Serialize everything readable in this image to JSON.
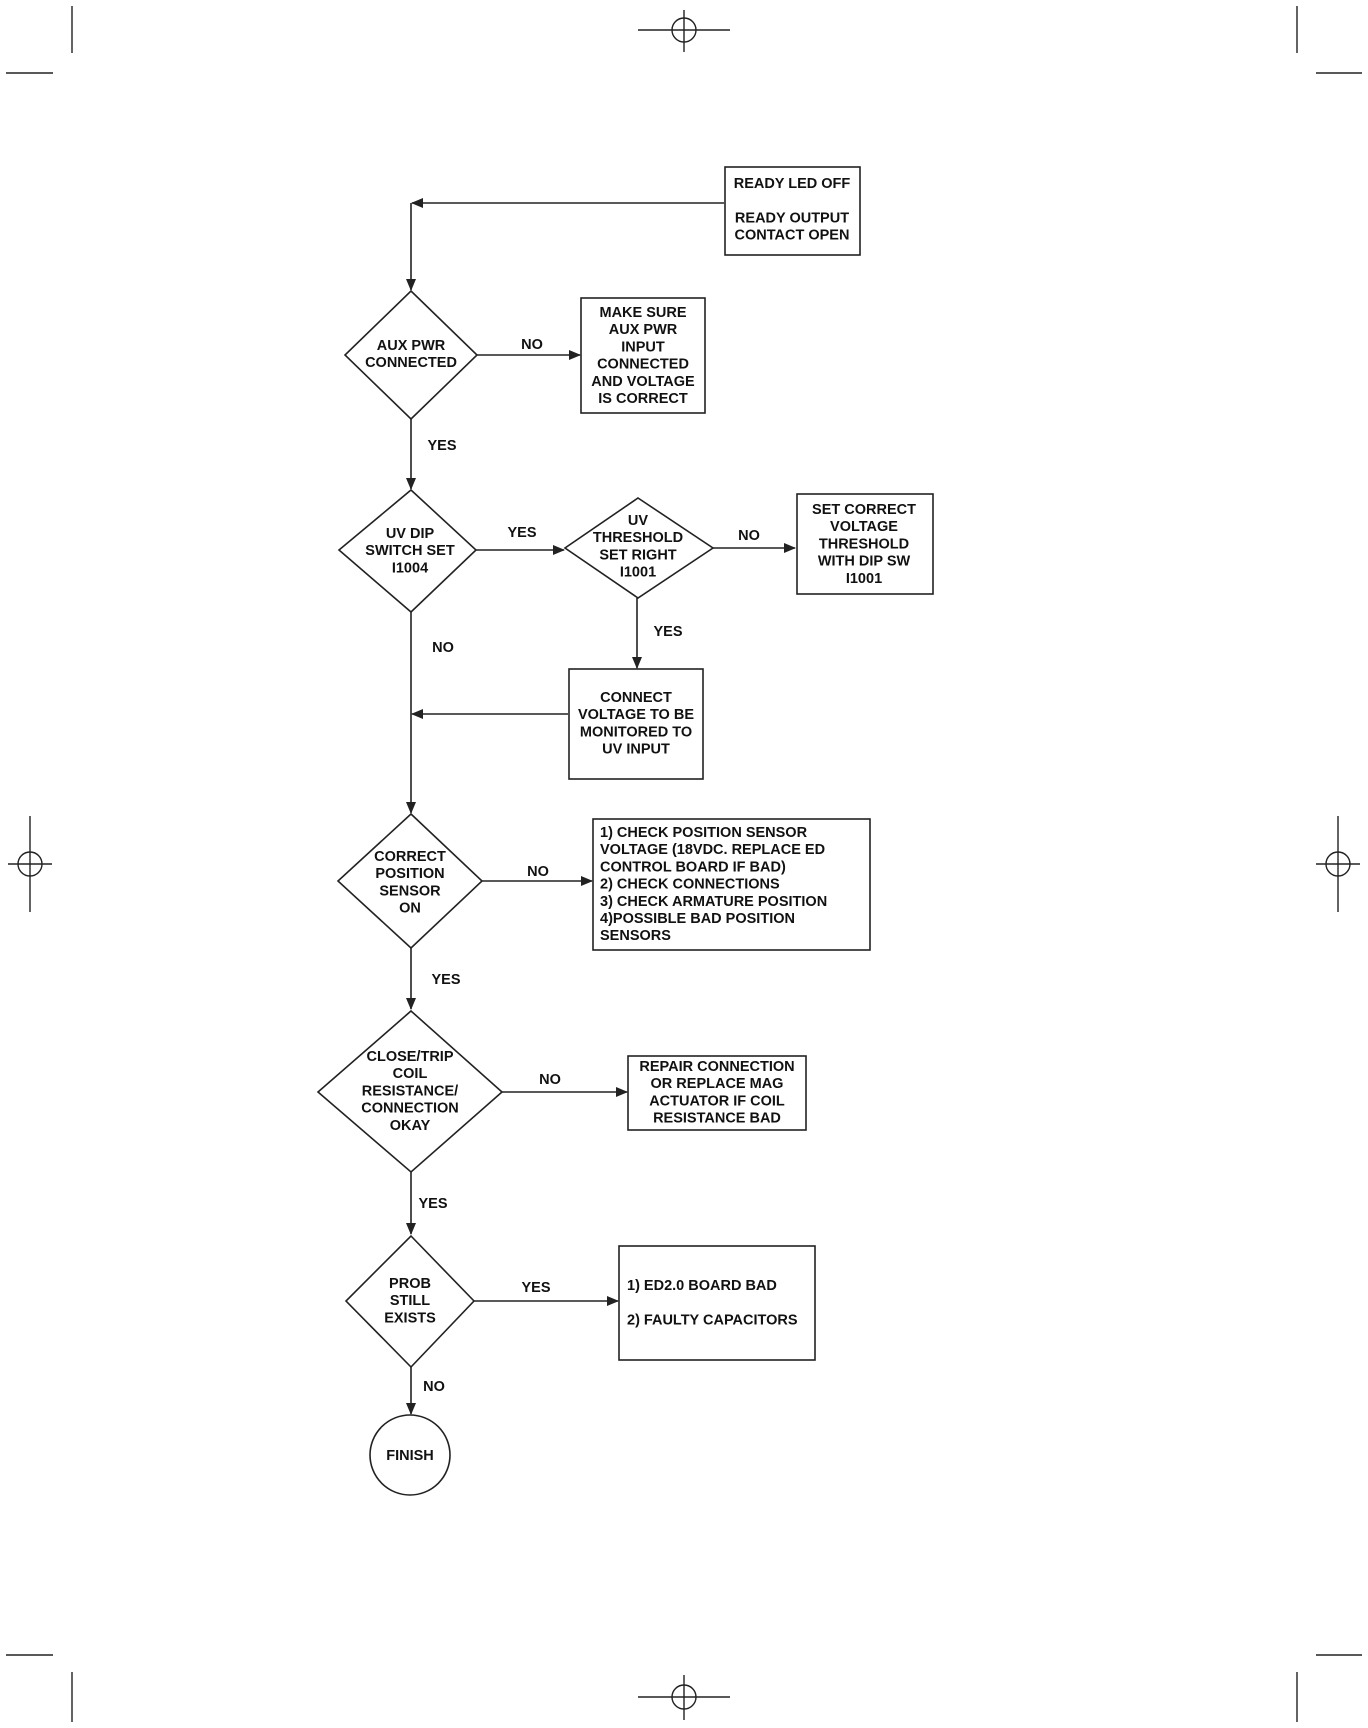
{
  "nodes": {
    "start": [
      "READY LED OFF",
      "",
      "READY OUTPUT",
      "CONTACT OPEN"
    ],
    "aux_pwr": [
      "AUX PWR",
      "CONNECTED"
    ],
    "aux_fix": [
      "MAKE SURE",
      "AUX PWR",
      "INPUT",
      "CONNECTED",
      "AND VOLTAGE",
      "IS CORRECT"
    ],
    "uv_dip": [
      "UV DIP",
      "SWITCH SET",
      "I1004"
    ],
    "uv_threshold": [
      "UV",
      "THRESHOLD",
      "SET RIGHT",
      "I1001"
    ],
    "set_voltage": [
      "SET CORRECT",
      "VOLTAGE",
      "THRESHOLD",
      "WITH DIP SW",
      "I1001"
    ],
    "connect_voltage": [
      "CONNECT",
      "VOLTAGE TO BE",
      "MONITORED TO",
      "UV INPUT"
    ],
    "position_sensor": [
      "CORRECT",
      "POSITION",
      "SENSOR",
      "ON"
    ],
    "sensor_checks": [
      "1) CHECK POSITION SENSOR",
      "VOLTAGE (18VDC. REPLACE ED",
      "CONTROL BOARD IF BAD)",
      "2) CHECK CONNECTIONS",
      "3) CHECK ARMATURE POSITION",
      "4)POSSIBLE BAD POSITION",
      "SENSORS"
    ],
    "coil": [
      "CLOSE/TRIP",
      "COIL",
      "RESISTANCE/",
      "CONNECTION",
      "OKAY"
    ],
    "repair": [
      "REPAIR CONNECTION",
      "OR REPLACE MAG",
      "ACTUATOR IF COIL",
      "RESISTANCE BAD"
    ],
    "prob_exists": [
      "PROB",
      "STILL",
      "EXISTS"
    ],
    "board_bad": [
      "1) ED2.0 BOARD BAD",
      "",
      "2) FAULTY CAPACITORS"
    ],
    "finish": [
      "FINISH"
    ]
  },
  "edges": {
    "aux_no": "NO",
    "aux_yes": "YES",
    "uv_dip_yes": "YES",
    "uv_dip_no": "NO",
    "threshold_no": "NO",
    "threshold_yes": "YES",
    "sensor_no": "NO",
    "sensor_yes": "YES",
    "coil_no": "NO",
    "coil_yes": "YES",
    "prob_yes": "YES",
    "prob_no": "NO"
  }
}
